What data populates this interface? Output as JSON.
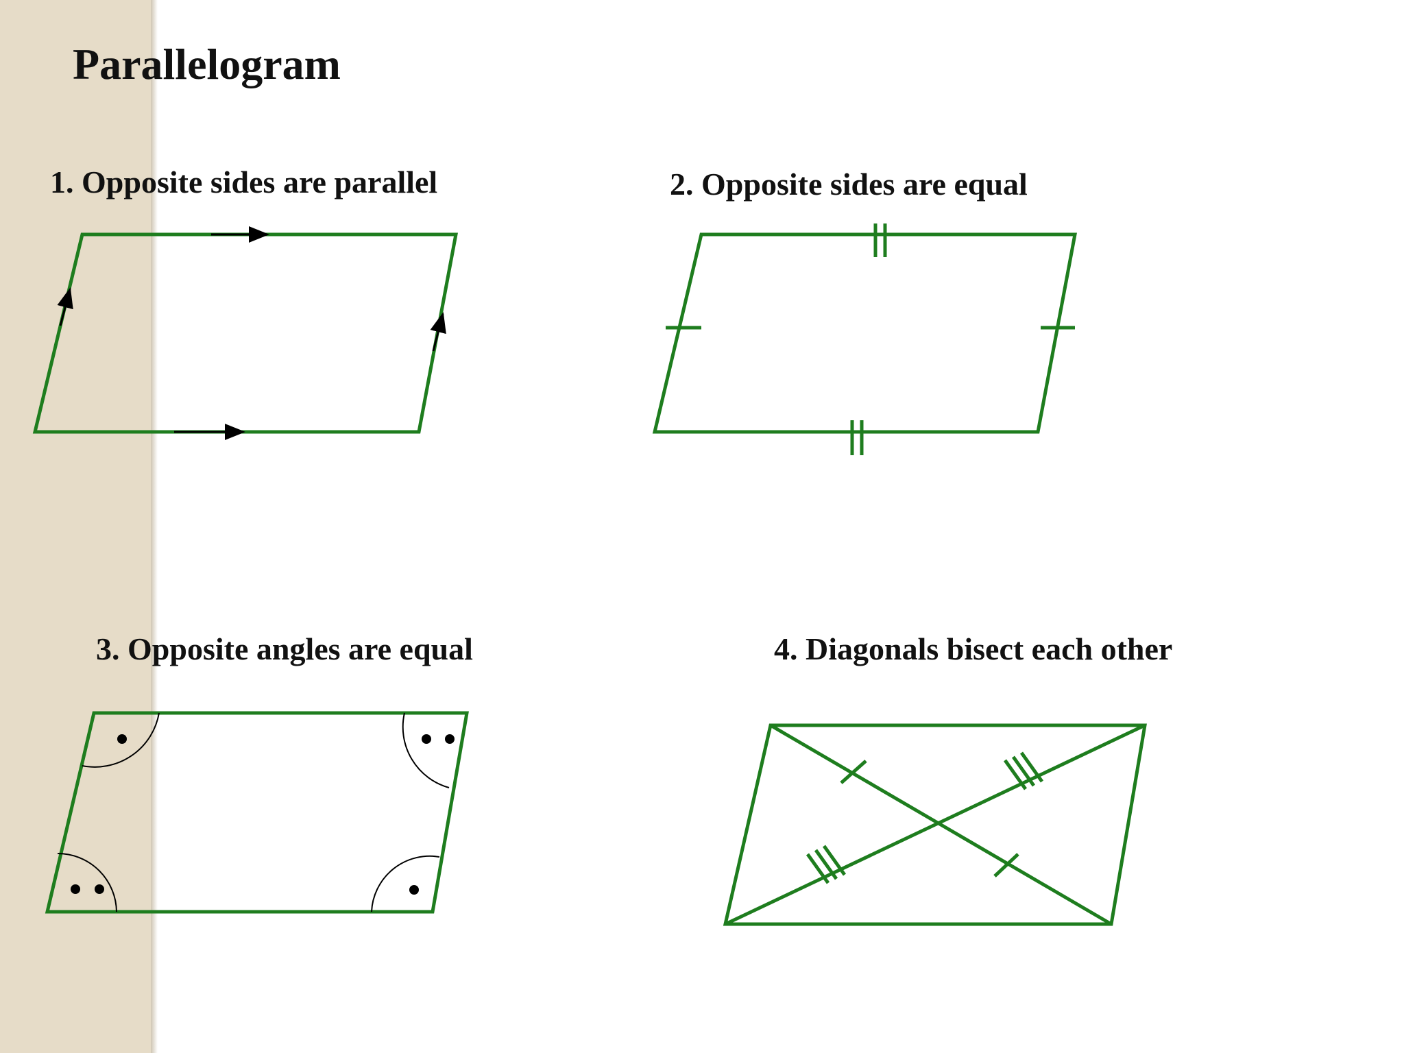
{
  "title": "Parallelogram",
  "captions": {
    "p1": "1. Opposite sides are parallel",
    "p2": "2. Opposite sides are equal",
    "p3": "3. Opposite angles are equal",
    "p4": "4. Diagonals bisect each other"
  },
  "colors": {
    "shape": "#1e7d1e",
    "marks": "#000000",
    "sidebar": "#e6dcc8",
    "text": "#111111"
  }
}
